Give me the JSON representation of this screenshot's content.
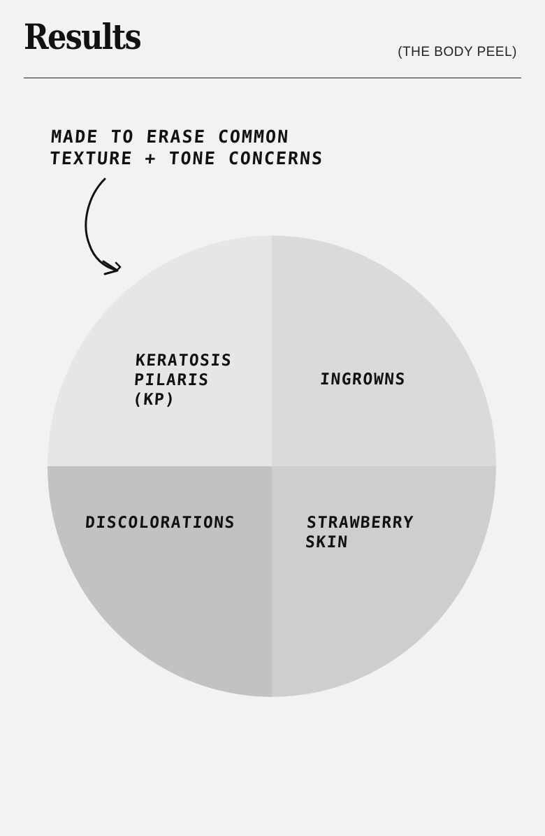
{
  "header": {
    "title": "Results",
    "subtitle": "(THE BODY PEEL)"
  },
  "note": {
    "lines": [
      "MADE TO ERASE COMMON",
      "TEXTURE + TONE CONCERNS"
    ]
  },
  "quadrants": [
    {
      "id": "top-left",
      "lines": [
        "KERATOSIS",
        "PILARIS",
        "(KP)"
      ],
      "color": "#e6e6e6"
    },
    {
      "id": "top-right",
      "lines": [
        "INGROWNS"
      ],
      "color": "#dadada"
    },
    {
      "id": "bottom-left",
      "lines": [
        "DISCOLORATIONS"
      ],
      "color": "#c2c2c2"
    },
    {
      "id": "bottom-right",
      "lines": [
        "STRAWBERRY",
        "SKIN"
      ],
      "color": "#cecece"
    }
  ],
  "colors": {
    "background": "#f2f2f2",
    "text": "#111111"
  }
}
